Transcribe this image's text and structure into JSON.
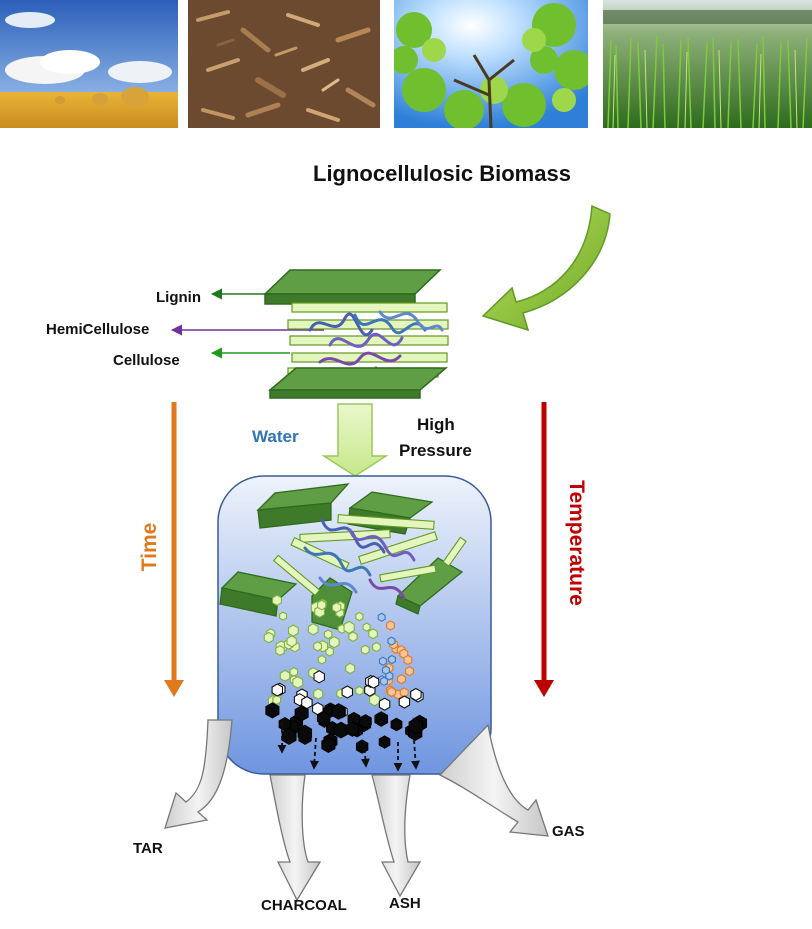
{
  "title": "Lignocellulosic Biomass",
  "photos": [
    {
      "subject": "straw-bales-field"
    },
    {
      "subject": "wood-chips"
    },
    {
      "subject": "tree-canopy"
    },
    {
      "subject": "grass-field"
    }
  ],
  "components": {
    "lignin": "Lignin",
    "hemicellulose": "HemiCellulose",
    "cellulose": "Cellulose"
  },
  "conditions": {
    "water": "Water",
    "pressure_line1": "High",
    "pressure_line2": "Pressure",
    "time": "Time",
    "temperature": "Temperature"
  },
  "products": {
    "tar": "TAR",
    "charcoal": "CHARCOAL",
    "ash": "ASH",
    "gas": "GAS"
  },
  "colors": {
    "lignin_arrow": "#1e7a1e",
    "hemicellulose_arrow": "#7030a0",
    "cellulose_arrow": "#1e9a1e",
    "water_text": "#2e75b6",
    "time": "#e07a1f",
    "temperature": "#c00000",
    "slab": "#4f8f3a",
    "rod": "#d6f0a6",
    "vessel_top": "#dbe6f7",
    "vessel_bottom": "#6f95e0"
  }
}
